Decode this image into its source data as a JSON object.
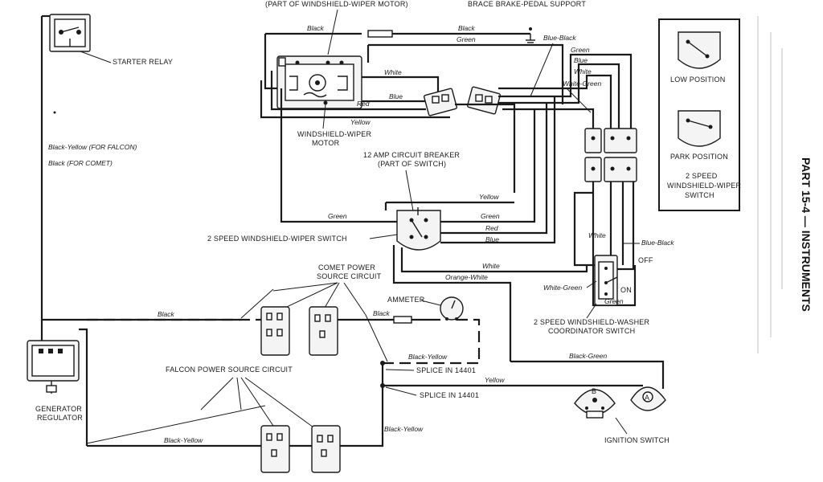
{
  "title_partial_left": "(PART OF WINDSHIELD-WIPER MOTOR)",
  "title_partial_right": "BRACE BRAKE-PEDAL SUPPORT",
  "side_heading": "PART 15-4 — INSTRUMENTS",
  "components": {
    "starter_relay": "STARTER RELAY",
    "wiper_motor": [
      "WINDSHIELD-WIPER",
      "MOTOR"
    ],
    "circuit_breaker": [
      "12 AMP CIRCUIT BREAKER",
      "(PART OF SWITCH)"
    ],
    "wiper_switch": "2 SPEED WINDSHIELD-WIPER SWITCH",
    "comet_power": [
      "COMET POWER",
      "SOURCE CIRCUIT"
    ],
    "ammeter": "AMMETER",
    "falcon_power": "FALCON POWER SOURCE CIRCUIT",
    "generator_regulator": [
      "GENERATOR",
      "REGULATOR"
    ],
    "splice_1": "SPLICE IN 14401",
    "splice_2": "SPLICE IN 14401",
    "washer_coordinator": [
      "2 SPEED WINDSHIELD-WASHER",
      "COORDINATOR SWITCH"
    ],
    "ignition_switch": "IGNITION SWITCH",
    "off": "OFF",
    "on": "ON"
  },
  "legend": {
    "low": "LOW POSITION",
    "park": "PARK POSITION",
    "caption": [
      "2 SPEED",
      "WINDSHIELD-WIPER",
      "SWITCH"
    ]
  },
  "wires": {
    "black_top": "Black",
    "green_top": "Green",
    "black_top_right": "Black",
    "blue_black_top": "Blue-Black",
    "green_r": "Green",
    "blue_r": "Blue",
    "white_r": "White",
    "white_green_r": "White-Green",
    "white_motor": "White",
    "blue_motor": "Blue",
    "red_motor": "Red",
    "yellow_motor": "Yellow",
    "black_yellow_falcon": "Black-Yellow (FOR FALCON)",
    "black_comet": "Black (FOR COMET)",
    "yellow_cb": "Yellow",
    "green_sw_left": "Green",
    "green_sw_right": "Green",
    "red_sw": "Red",
    "blue_sw": "Blue",
    "white_sw": "White",
    "orange_white": "Orange-White",
    "white_coord": "White",
    "blue_black_coord": "Blue-Black",
    "white_green_coord": "White-Green",
    "green_coord": "Green",
    "black_comet_bus": "Black",
    "black_ammeter": "Black",
    "black_yellow_splice": "Black-Yellow",
    "black_green_ign": "Black-Green",
    "yellow_ign": "Yellow",
    "black_yellow_falcon_left": "Black-Yellow",
    "black_yellow_falcon_right": "Black-Yellow"
  },
  "ignition_terminals": {
    "b": "B",
    "a": "A"
  }
}
